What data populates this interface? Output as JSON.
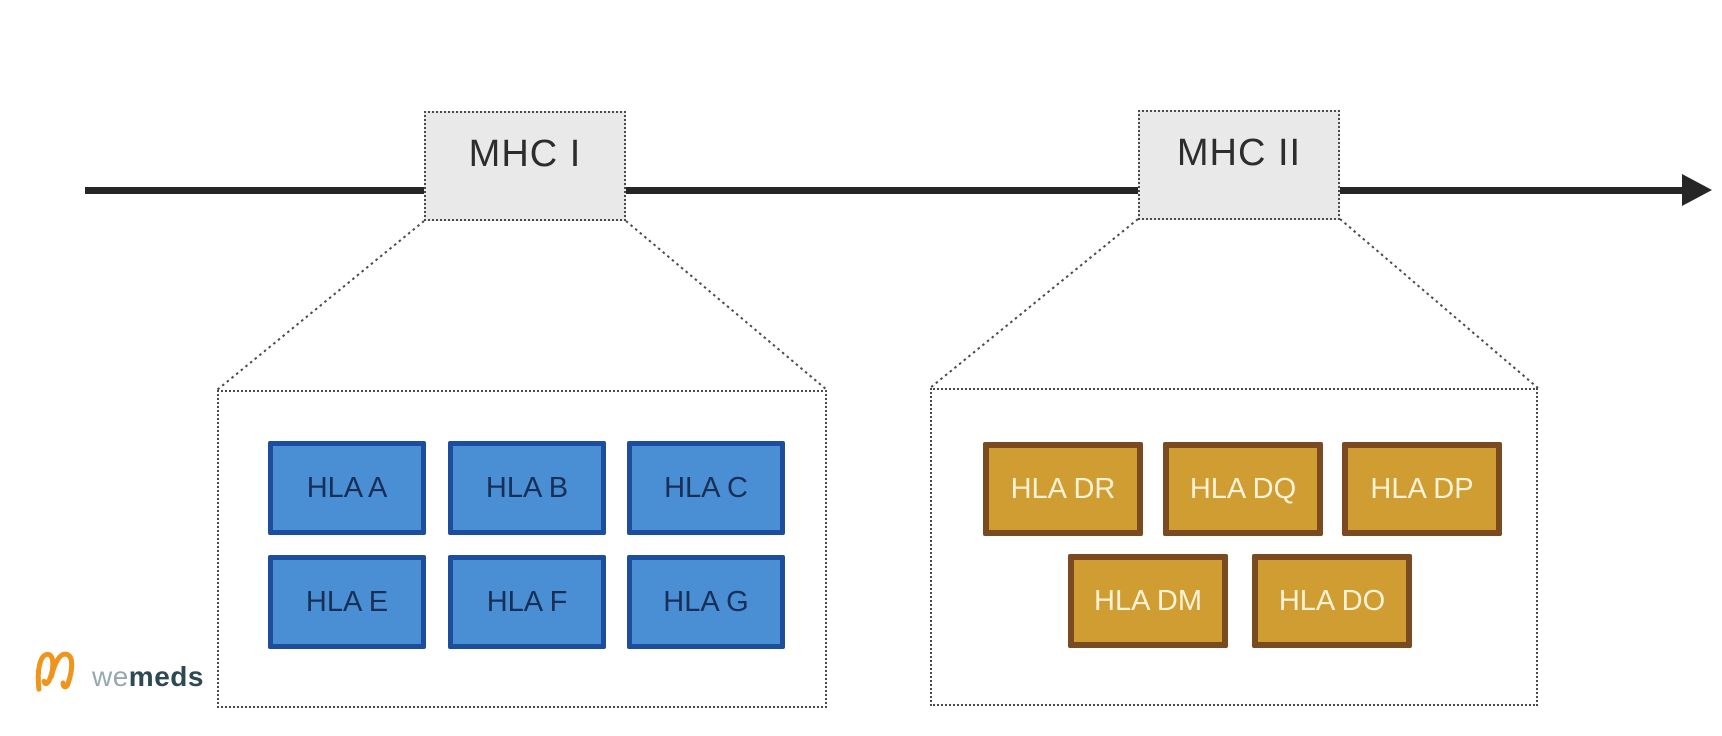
{
  "loci": {
    "mhc_i": {
      "label": "MHC I",
      "rows": [
        [
          "HLA A",
          "HLA B",
          "HLA C"
        ],
        [
          "HLA E",
          "HLA F",
          "HLA G"
        ]
      ]
    },
    "mhc_ii": {
      "label": "MHC II",
      "rows": [
        [
          "HLA DR",
          "HLA DQ",
          "HLA DP"
        ],
        [
          "HLA DM",
          "HLA DO"
        ]
      ]
    }
  },
  "branding": {
    "logo_prefix": "we",
    "logo_suffix": "meds"
  },
  "colors": {
    "blue_fill": "#4a8ed4",
    "blue_border": "#1d4e9e",
    "blue_text": "#182f57",
    "gold_fill": "#d09d32",
    "gold_border": "#7a4b21",
    "gold_text": "#fbf3d7",
    "gray_fill": "#e9e9e9",
    "line_color": "#262626",
    "dotted_color": "#4a4a4a",
    "logo_orange": "#f0951c",
    "logo_we": "#94a9b0",
    "logo_meds": "#2c4a54"
  }
}
